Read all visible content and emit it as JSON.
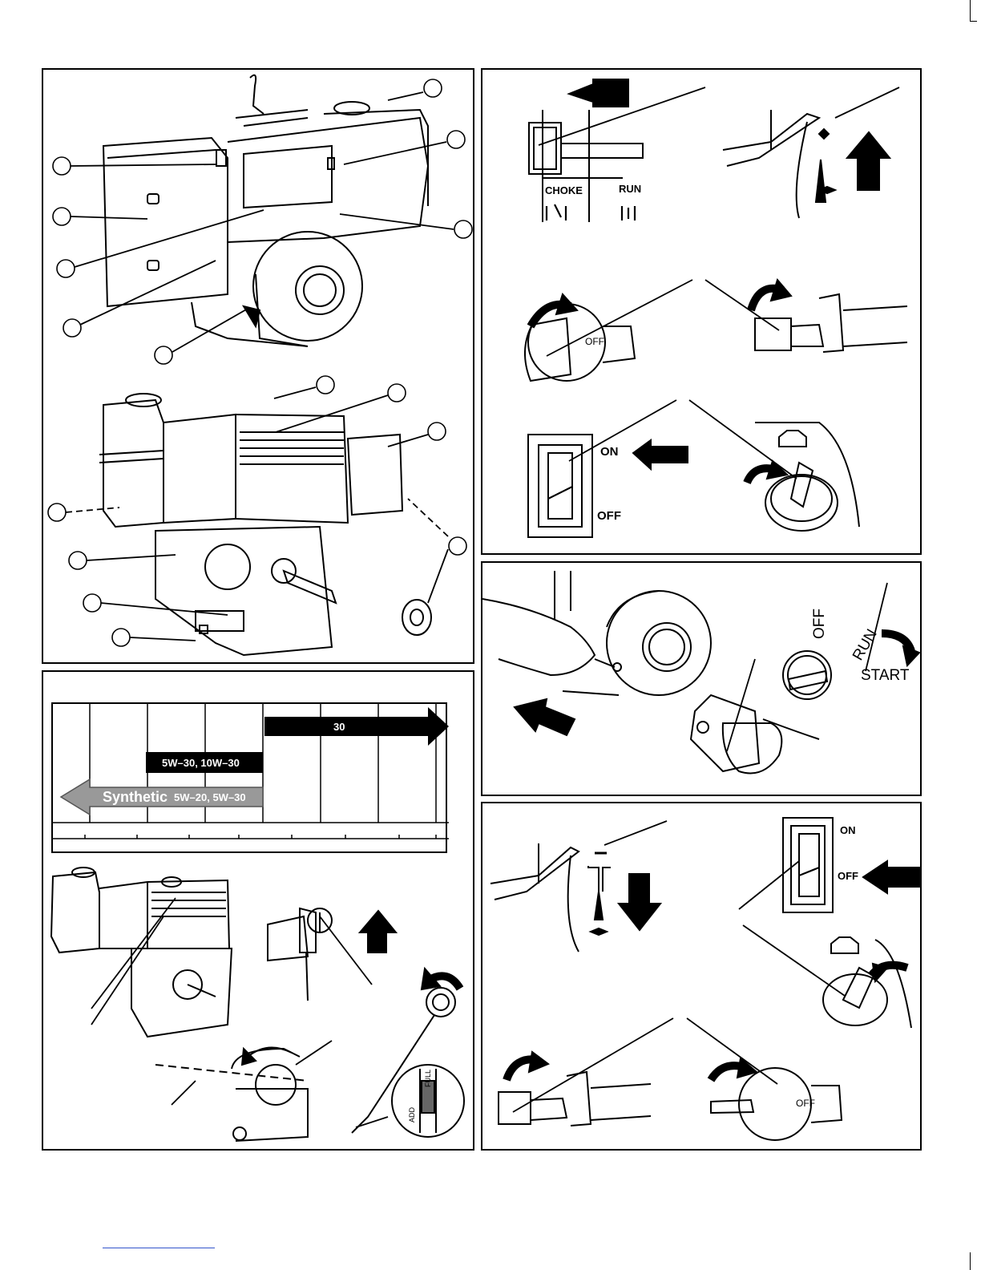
{
  "choke_panel": {
    "choke_label": "CHOKE",
    "run_label": "RUN",
    "fuel_valve_off": "OFF",
    "switch_on": "ON",
    "switch_off": "OFF"
  },
  "start_panel": {
    "key_off": "OFF",
    "key_run": "RUN",
    "key_start": "START"
  },
  "stop_panel": {
    "switch_on": "ON",
    "switch_off": "OFF",
    "fuel_valve_off": "OFF"
  },
  "oil_chart": {
    "bar_30": "30",
    "bar_5w30_10w30": "5W–30,  10W–30",
    "synthetic_word": "Synthetic",
    "synthetic_grades": "5W–20, 5W–30"
  },
  "dipstick": {
    "add_label": "ADD",
    "full_label": "FULL"
  }
}
